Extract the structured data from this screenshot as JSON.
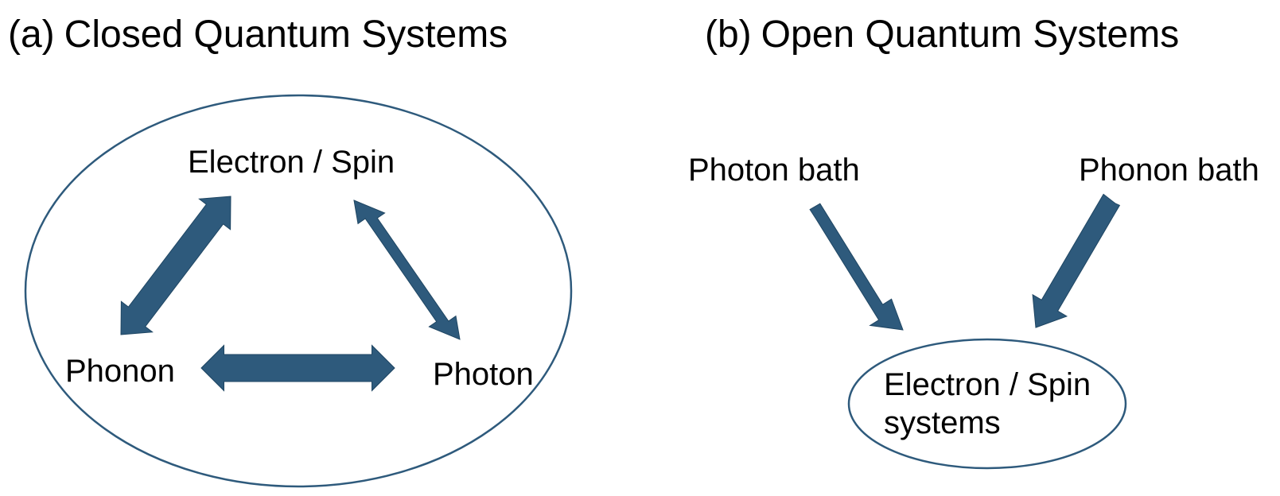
{
  "colors": {
    "arrow": "#2e5a7c",
    "arrow_edge": "#1f4663",
    "ellipse_stroke": "#2e5a7c",
    "text": "#000000"
  },
  "panel_a": {
    "tag": "(a)",
    "title": "Closed Quantum Systems",
    "nodes": {
      "electron_spin": "Electron / Spin",
      "phonon": "Phonon",
      "photon": "Photon"
    }
  },
  "panel_b": {
    "tag": "(b)",
    "title": "Open Quantum Systems",
    "nodes": {
      "photon_bath": "Photon bath",
      "phonon_bath": "Phonon bath",
      "system_line1": "Electron / Spin",
      "system_line2": "systems"
    }
  }
}
